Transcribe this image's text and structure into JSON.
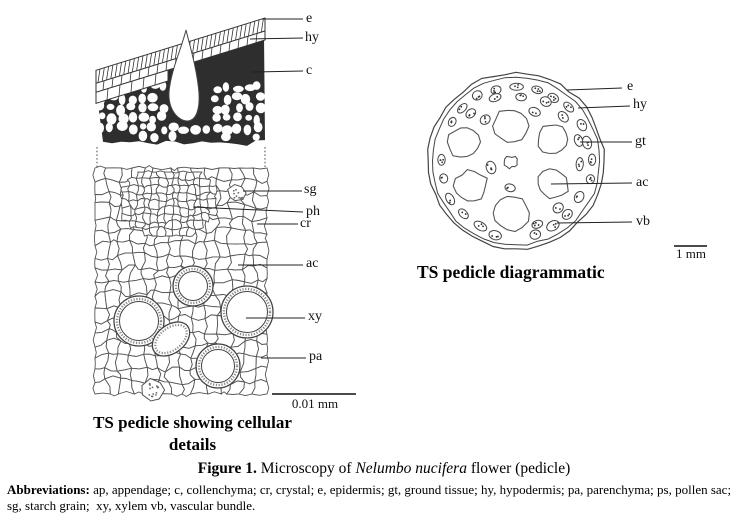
{
  "left_panel": {
    "caption_line1": "TS pedicle showing cellular",
    "caption_line2": "details",
    "scale_label": "0.01 mm",
    "labels": {
      "e": "e",
      "hy": "hy",
      "c": "c",
      "sg": "sg",
      "ph": "ph",
      "cr": "cr",
      "ac": "ac",
      "xy": "xy",
      "pa": "pa"
    }
  },
  "right_panel": {
    "caption": "TS pedicle diagrammatic",
    "scale_label": "1 mm",
    "labels": {
      "e": "e",
      "hy": "hy",
      "gt": "gt",
      "ac": "ac",
      "vb": "vb"
    }
  },
  "figure_caption": {
    "label": "Figure 1.",
    "pre_species": " Microscopy of ",
    "species": "Nelumbo nucifera",
    "post_species": " flower (pedicle)"
  },
  "abbreviations": {
    "label": "Abbreviations:",
    "text": " ap, appendage; c, collenchyma; cr, crystal; e, epidermis; gt, ground tissue; hy, hypodermis; pa, parenchyma; ps, pollen sac; sg, starch grain;  xy, xylem vb, vascular bundle."
  }
}
